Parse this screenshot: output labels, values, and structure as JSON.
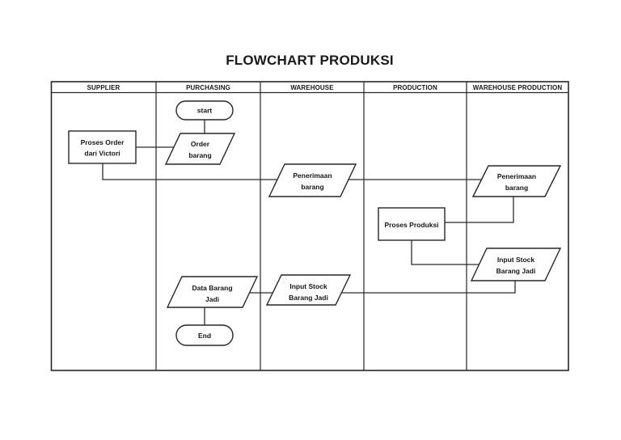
{
  "page": {
    "title": "FLOWCHART PRODUKSI"
  },
  "lanes": [
    {
      "label": "SUPPLIER"
    },
    {
      "label": "PURCHASING"
    },
    {
      "label": "WAREHOUSE"
    },
    {
      "label": "PRODUCTION"
    },
    {
      "label": "WAREHOUSE PRODUCTION"
    }
  ],
  "nodes": {
    "start": {
      "type": "terminator",
      "lane": "PURCHASING",
      "label": "start"
    },
    "proses_order": {
      "type": "process",
      "lane": "SUPPLIER",
      "line1": "Proses Order",
      "line2": "dari Victori"
    },
    "order_barang": {
      "type": "input-output",
      "lane": "PURCHASING",
      "line1": "Order",
      "line2": "barang"
    },
    "penerimaan_warehouse": {
      "type": "input-output",
      "lane": "WAREHOUSE",
      "line1": "Penerimaan",
      "line2": "barang"
    },
    "penerimaan_whprod": {
      "type": "input-output",
      "lane": "WAREHOUSE PRODUCTION",
      "line1": "Penerimaan",
      "line2": "barang"
    },
    "proses_produksi": {
      "type": "process",
      "lane": "PRODUCTION",
      "label": "Proses Produksi"
    },
    "input_stock_whprod": {
      "type": "input-output",
      "lane": "WAREHOUSE PRODUCTION",
      "line1": "Input Stock",
      "line2": "Barang Jadi"
    },
    "data_barang_jadi": {
      "type": "input-output",
      "lane": "PURCHASING",
      "line1": "Data Barang",
      "line2": "Jadi"
    },
    "input_stock_warehouse": {
      "type": "input-output",
      "lane": "WAREHOUSE",
      "line1": "Input Stock",
      "line2": "Barang Jadi"
    },
    "end": {
      "type": "terminator",
      "lane": "PURCHASING",
      "label": "End"
    }
  },
  "connectors": [
    {
      "from": "start",
      "to": "order_barang"
    },
    {
      "from": "proses_order",
      "to": "order_barang"
    },
    {
      "from": "proses_order",
      "to": "penerimaan_warehouse"
    },
    {
      "from": "penerimaan_warehouse",
      "to": "penerimaan_whprod"
    },
    {
      "from": "penerimaan_whprod",
      "to": "proses_produksi"
    },
    {
      "from": "proses_produksi",
      "to": "input_stock_whprod"
    },
    {
      "from": "input_stock_whprod",
      "to": "input_stock_warehouse"
    },
    {
      "from": "input_stock_warehouse",
      "to": "data_barang_jadi"
    },
    {
      "from": "data_barang_jadi",
      "to": "end"
    }
  ],
  "colors": {
    "line": "#262626",
    "text": "#151515",
    "background": "#ffffff"
  }
}
